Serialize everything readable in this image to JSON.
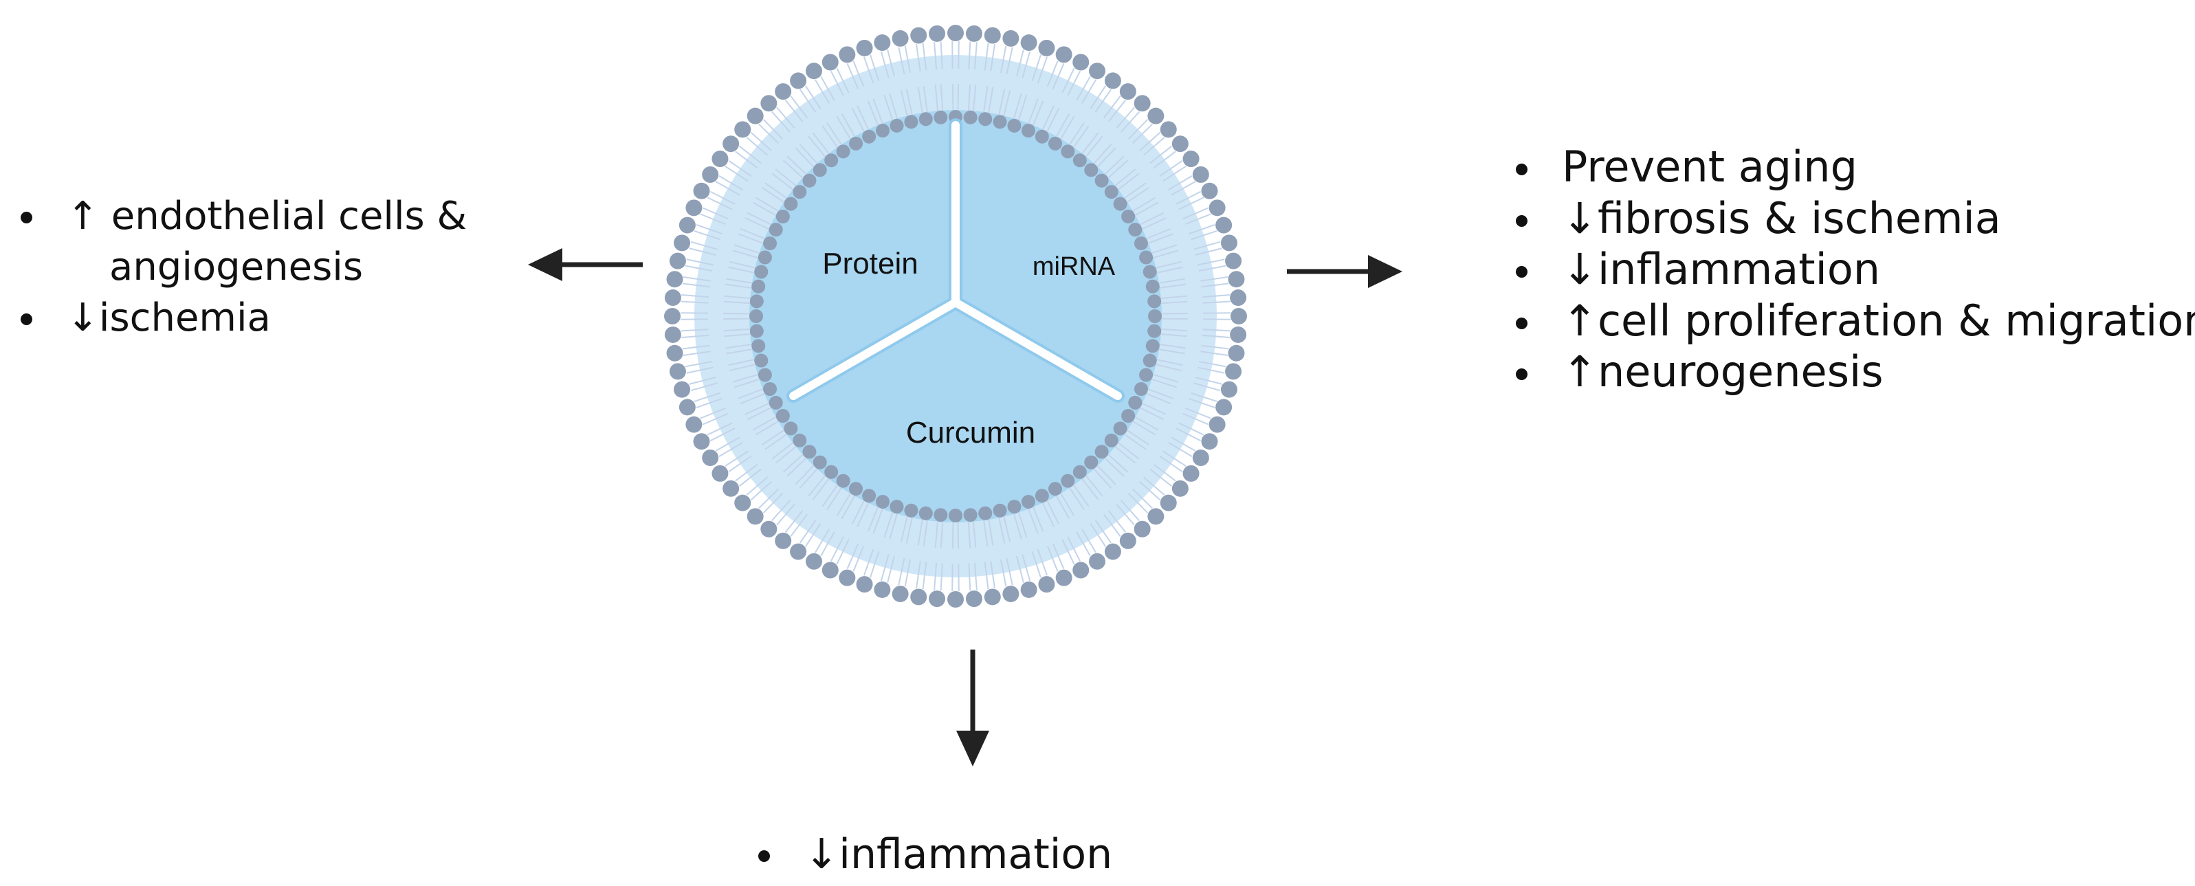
{
  "vesicle": {
    "compartments": [
      {
        "id": "protein",
        "label": "Protein"
      },
      {
        "id": "mirna",
        "label": "miRNA"
      },
      {
        "id": "curcumin",
        "label": "Curcumin"
      }
    ],
    "colors": {
      "membrane_head": "#8e9eb5",
      "membrane_tail": "#c3d4ea",
      "outer_fill": "#cfe6f6",
      "inner_fill": "#a9d6f1",
      "divider": "#ffffff",
      "divider_outline": "#8fc9ec"
    }
  },
  "effects": {
    "left": [
      {
        "arrow": "↑",
        "text": "endothelial cells &",
        "continuation": "angiogenesis"
      },
      {
        "arrow": "↓",
        "text": "ischemia"
      }
    ],
    "right": [
      {
        "arrow": "",
        "text": "Prevent aging"
      },
      {
        "arrow": "↓",
        "text": "fibrosis & ischemia"
      },
      {
        "arrow": "↓",
        "text": "inflammation"
      },
      {
        "arrow": "↑",
        "text": "cell proliferation & migration"
      },
      {
        "arrow": "↑",
        "text": "neurogenesis"
      }
    ],
    "bottom": [
      {
        "arrow": "↓",
        "text": "inflammation"
      }
    ]
  },
  "arrow_color": "#222222"
}
